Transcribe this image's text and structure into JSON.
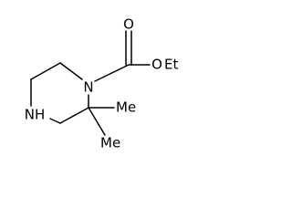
{
  "molecule": {
    "atoms": {
      "carbonyl_oxygen": "O",
      "ester_oxygen": "O",
      "ethyl_group": "Et",
      "ring_nitrogen_carbamate": "N",
      "ring_nitrogen_amine": "NH",
      "methyl_upper": "Me",
      "methyl_lower": "Me"
    }
  }
}
